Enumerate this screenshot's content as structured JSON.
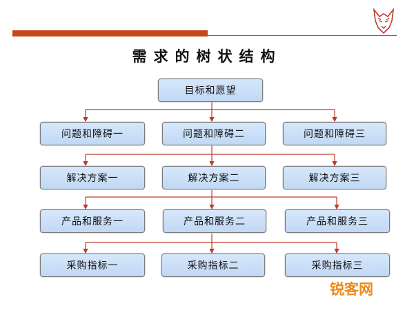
{
  "title": "需求的树状结构",
  "root": "目标和愿望",
  "levels": [
    [
      "问题和障碍一",
      "问题和障碍二",
      "问题和障碍三"
    ],
    [
      "解决方案一",
      "解决方案二",
      "解决方案三"
    ],
    [
      "产品和服务一",
      "产品和服务二",
      "产品和服务三"
    ],
    [
      "采购指标一",
      "采购指标二",
      "采购指标三"
    ]
  ],
  "watermark": "锐客网",
  "colors": {
    "accent": "#c8461c",
    "node_fill": "#cfe2f8",
    "connector": "#c0392b"
  }
}
